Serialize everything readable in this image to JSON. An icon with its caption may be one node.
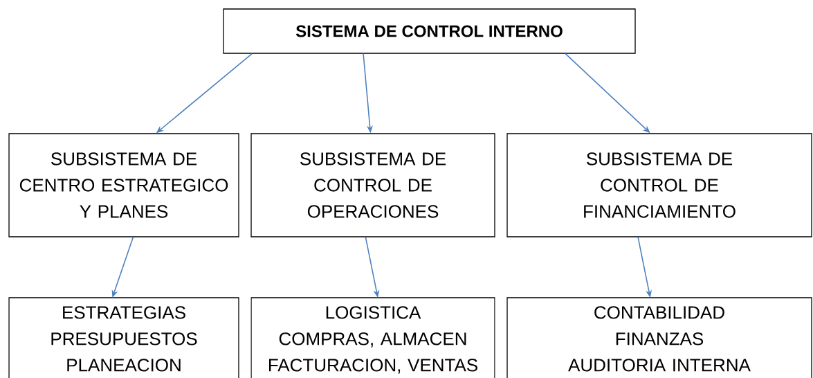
{
  "diagram": {
    "nodes": [
      {
        "text": [
          "SISTEMA DE CONTROL INTERNO"
        ]
      },
      {
        "text": [
          "SUBSISTEMA DE CENTRO ESTRATEGICO Y PLANES"
        ]
      },
      {
        "text": [
          "SUBSISTEMA DE CONTROL DE OPERACIONES"
        ]
      },
      {
        "text": [
          "SUBSISTEMA DE CONTROL DE FINANCIAMIENTO"
        ]
      },
      {
        "text": [
          "ESTRATEGIAS",
          "PRESUPUESTOS",
          "PLANEACION"
        ]
      },
      {
        "text": [
          "LOGISTICA",
          "COMPRAS, ALMACEN",
          "FACTURACION, VENTAS"
        ]
      },
      {
        "text": [
          "CONTABILIDAD",
          "FINANZAS",
          "AUDITORIA INTERNA"
        ]
      }
    ],
    "edges": [
      {
        "from": 0,
        "to": 1,
        "arrow": "to"
      },
      {
        "from": 0,
        "to": 2,
        "arrow": "to"
      },
      {
        "from": 0,
        "to": 3,
        "arrow": "to"
      },
      {
        "from": 1,
        "to": 4,
        "arrow": "to"
      },
      {
        "from": 2,
        "to": 5,
        "arrow": "to"
      },
      {
        "from": 3,
        "to": 6,
        "arrow": "to"
      }
    ]
  }
}
